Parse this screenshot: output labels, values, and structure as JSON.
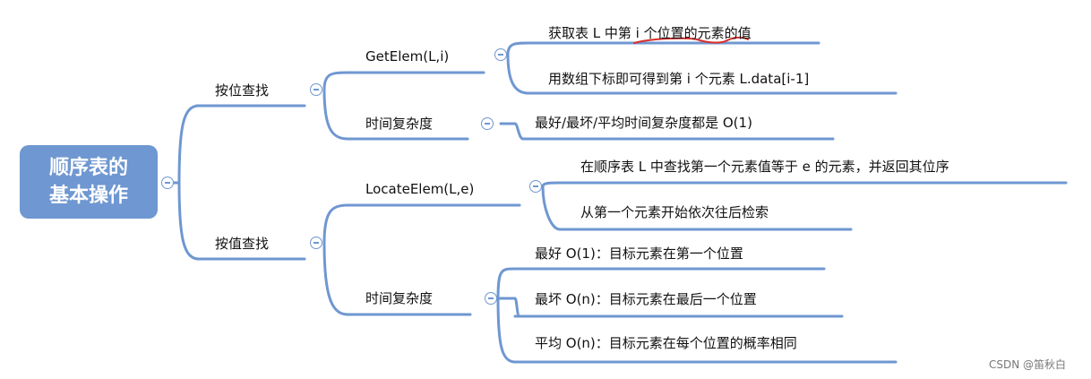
{
  "root": {
    "line1": "顺序表的",
    "line2": "基本操作"
  },
  "by_position": {
    "label": "按位查找",
    "get_elem": {
      "label": "GetElem(L,i)",
      "details": [
        "获取表 L 中第 i 个位置的元素的值",
        "用数组下标即可得到第 i 个元素 L.data[i-1]"
      ]
    },
    "time": {
      "label": "时间复杂度",
      "detail": "最好/最坏/平均时间复杂度都是 O(1)"
    }
  },
  "by_value": {
    "label": "按值查找",
    "locate_elem": {
      "label": "LocateElem(L,e)",
      "details": [
        "在顺序表 L 中查找第一个元素值等于 e 的元素，并返回其位序",
        "从第一个元素开始依次往后检索"
      ]
    },
    "time": {
      "label": "时间复杂度",
      "details": [
        "最好 O(1)：目标元素在第一个位置",
        "最坏 O(n)：目标元素在最后一个位置",
        "平均 O(n)：目标元素在每个位置的概率相同"
      ]
    }
  },
  "watermark": "CSDN @笛秋白",
  "colors": {
    "accent": "#6f97d1",
    "annotation": "#d9302c"
  },
  "icons": {
    "collapse": "minus-circle-icon"
  }
}
